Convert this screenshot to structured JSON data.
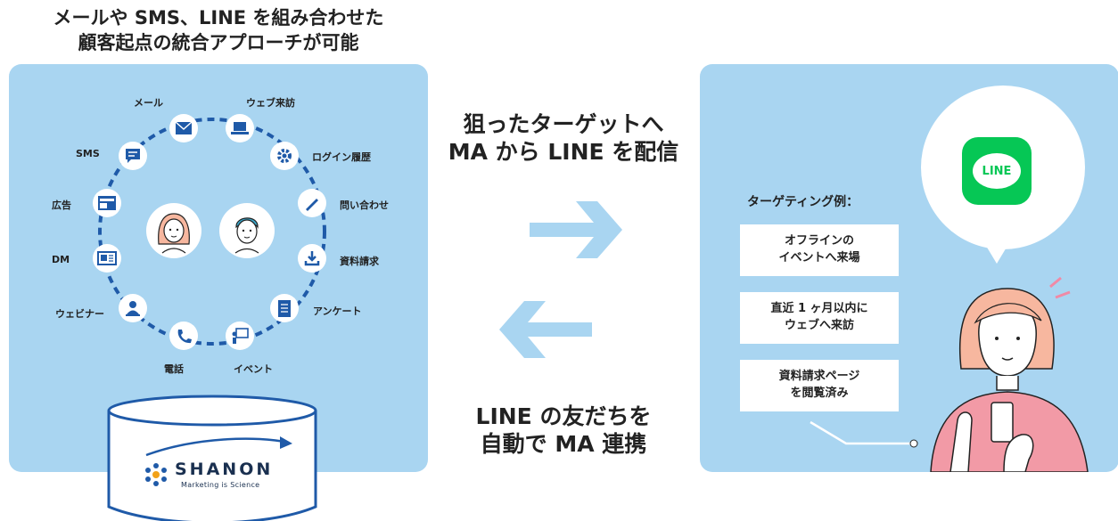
{
  "heading": {
    "line1": "メールや SMS、LINE を組み合わせた",
    "line2": "顧客起点の統合アプローチが可能"
  },
  "channels": [
    {
      "label": "メール",
      "icon": "mail-icon"
    },
    {
      "label": "ウェブ来訪",
      "icon": "laptop-icon"
    },
    {
      "label": "ログイン履歴",
      "icon": "gear-icon"
    },
    {
      "label": "問い合わせ",
      "icon": "pen-icon"
    },
    {
      "label": "資料請求",
      "icon": "download-icon"
    },
    {
      "label": "アンケート",
      "icon": "clipboard-icon"
    },
    {
      "label": "イベント",
      "icon": "presentation-icon"
    },
    {
      "label": "電話",
      "icon": "phone-icon"
    },
    {
      "label": "ウェビナー",
      "icon": "webinar-icon"
    },
    {
      "label": "DM",
      "icon": "postcard-icon"
    },
    {
      "label": "広告",
      "icon": "ad-icon"
    },
    {
      "label": "SMS",
      "icon": "chat-icon"
    }
  ],
  "database": {
    "brand": "SHANON",
    "tagline": "Marketing is Science"
  },
  "center": {
    "top_line1": "狙ったターゲットへ",
    "top_line2": "MA から LINE を配信",
    "bottom_line1": "LINE の友だちを",
    "bottom_line2": "自動で MA 連携"
  },
  "line_logo_text": "LINE",
  "targeting": {
    "title": "ターゲティング例：",
    "boxes": [
      {
        "line1": "オフラインの",
        "line2": "イベントへ来場"
      },
      {
        "line1": "直近 1 ヶ月以内に",
        "line2": "ウェブへ来訪"
      },
      {
        "line1": "資料請求ページ",
        "line2": "を閲覧済み"
      }
    ]
  },
  "colors": {
    "panel": "#a9d5f1",
    "ring": "#1f5aa8",
    "arrow": "#a9d5f1",
    "line_green": "#06c755"
  }
}
